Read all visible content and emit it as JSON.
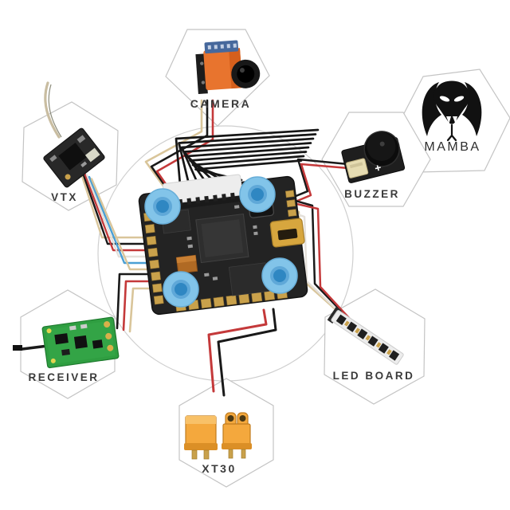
{
  "diagram": {
    "labels": {
      "camera": "CAMERA",
      "mamba": "MAMBA",
      "buzzer": "BUZZER",
      "led_board": "LED BOARD",
      "xt30": "XT30",
      "receiver": "RECEIVER",
      "vtx": "VTX"
    },
    "colors": {
      "hex_outline": "#c4c4c4",
      "label_text": "#3a3a3a",
      "wire_black": "#191919",
      "wire_red": "#c4393a",
      "wire_tan": "#d9c59a",
      "wire_blue": "#4a9fd4",
      "wire_white": "#e4e0da",
      "grommet_blue": "#82c4e9",
      "fc_pcb_dark": "#232323",
      "receiver_green": "#2f9e41",
      "xt30_yellow": "#f4a83d",
      "camera_orange": "#e8742e",
      "usb_gold": "#d7a63e"
    }
  }
}
